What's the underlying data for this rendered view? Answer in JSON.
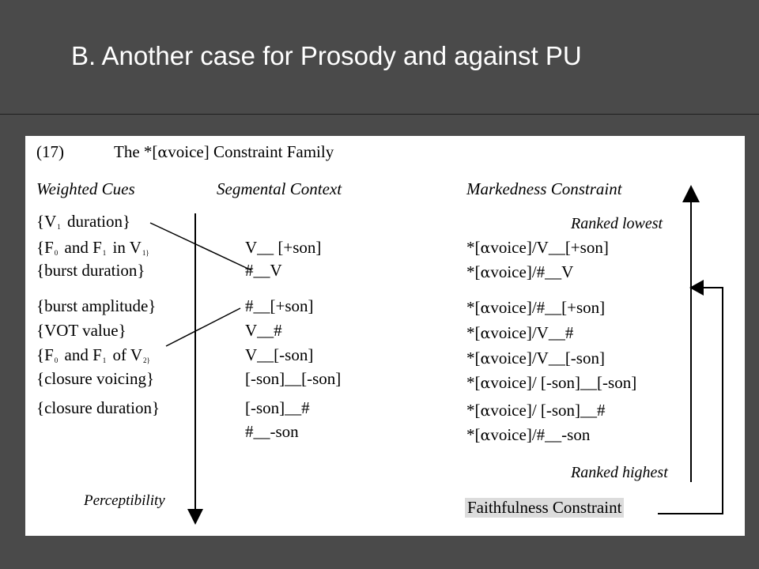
{
  "slide": {
    "title": "B. Another case for Prosody and against PU"
  },
  "figure": {
    "number": "(17)",
    "title_prefix": "The *[",
    "title_greek": "α",
    "title_suffix": "voice] Constraint Family",
    "headers": {
      "cues": "Weighted Cues",
      "context": "Segmental Context",
      "constraints": "Markedness Constraint"
    },
    "cues": [
      {
        "pre": "{V",
        "sub": "1",
        "post": " duration}"
      },
      {
        "pre": "{F",
        "sub": "0",
        "mid": " and F",
        "sub2": "1",
        "mid2": " in V",
        "sub3": "1}",
        "post": ""
      },
      {
        "pre": "{burst duration}"
      },
      {
        "pre": "{burst amplitude}"
      },
      {
        "pre": "{VOT value}"
      },
      {
        "pre": "{F",
        "sub": "0",
        "mid": " and F",
        "sub2": "1",
        "mid2": " of V",
        "sub3": "2}",
        "post": ""
      },
      {
        "pre": "{closure voicing}"
      },
      {
        "pre": "{closure duration}"
      }
    ],
    "contexts": [
      "V__ [+son]",
      "#__V",
      "#__[+son]",
      "V__#",
      "V__[-son]",
      "[-son]__[-son]",
      "[-son]__#",
      "#__-son"
    ],
    "constraints_prefix": "*[",
    "constraints_greek": "α",
    "constraints": [
      "voice]/V__[+son]",
      "voice]/#__V",
      "voice]/#__[+son]",
      "voice]/V__#",
      "voice]/V__[-son]",
      "voice]/ [-son]__[-son]",
      "voice]/ [-son]__#",
      "voice]/#__-son"
    ],
    "ranked_lowest": "Ranked lowest",
    "ranked_highest": "Ranked highest",
    "faithfulness": "Faithfulness Constraint",
    "perceptibility": "Perceptibility"
  }
}
